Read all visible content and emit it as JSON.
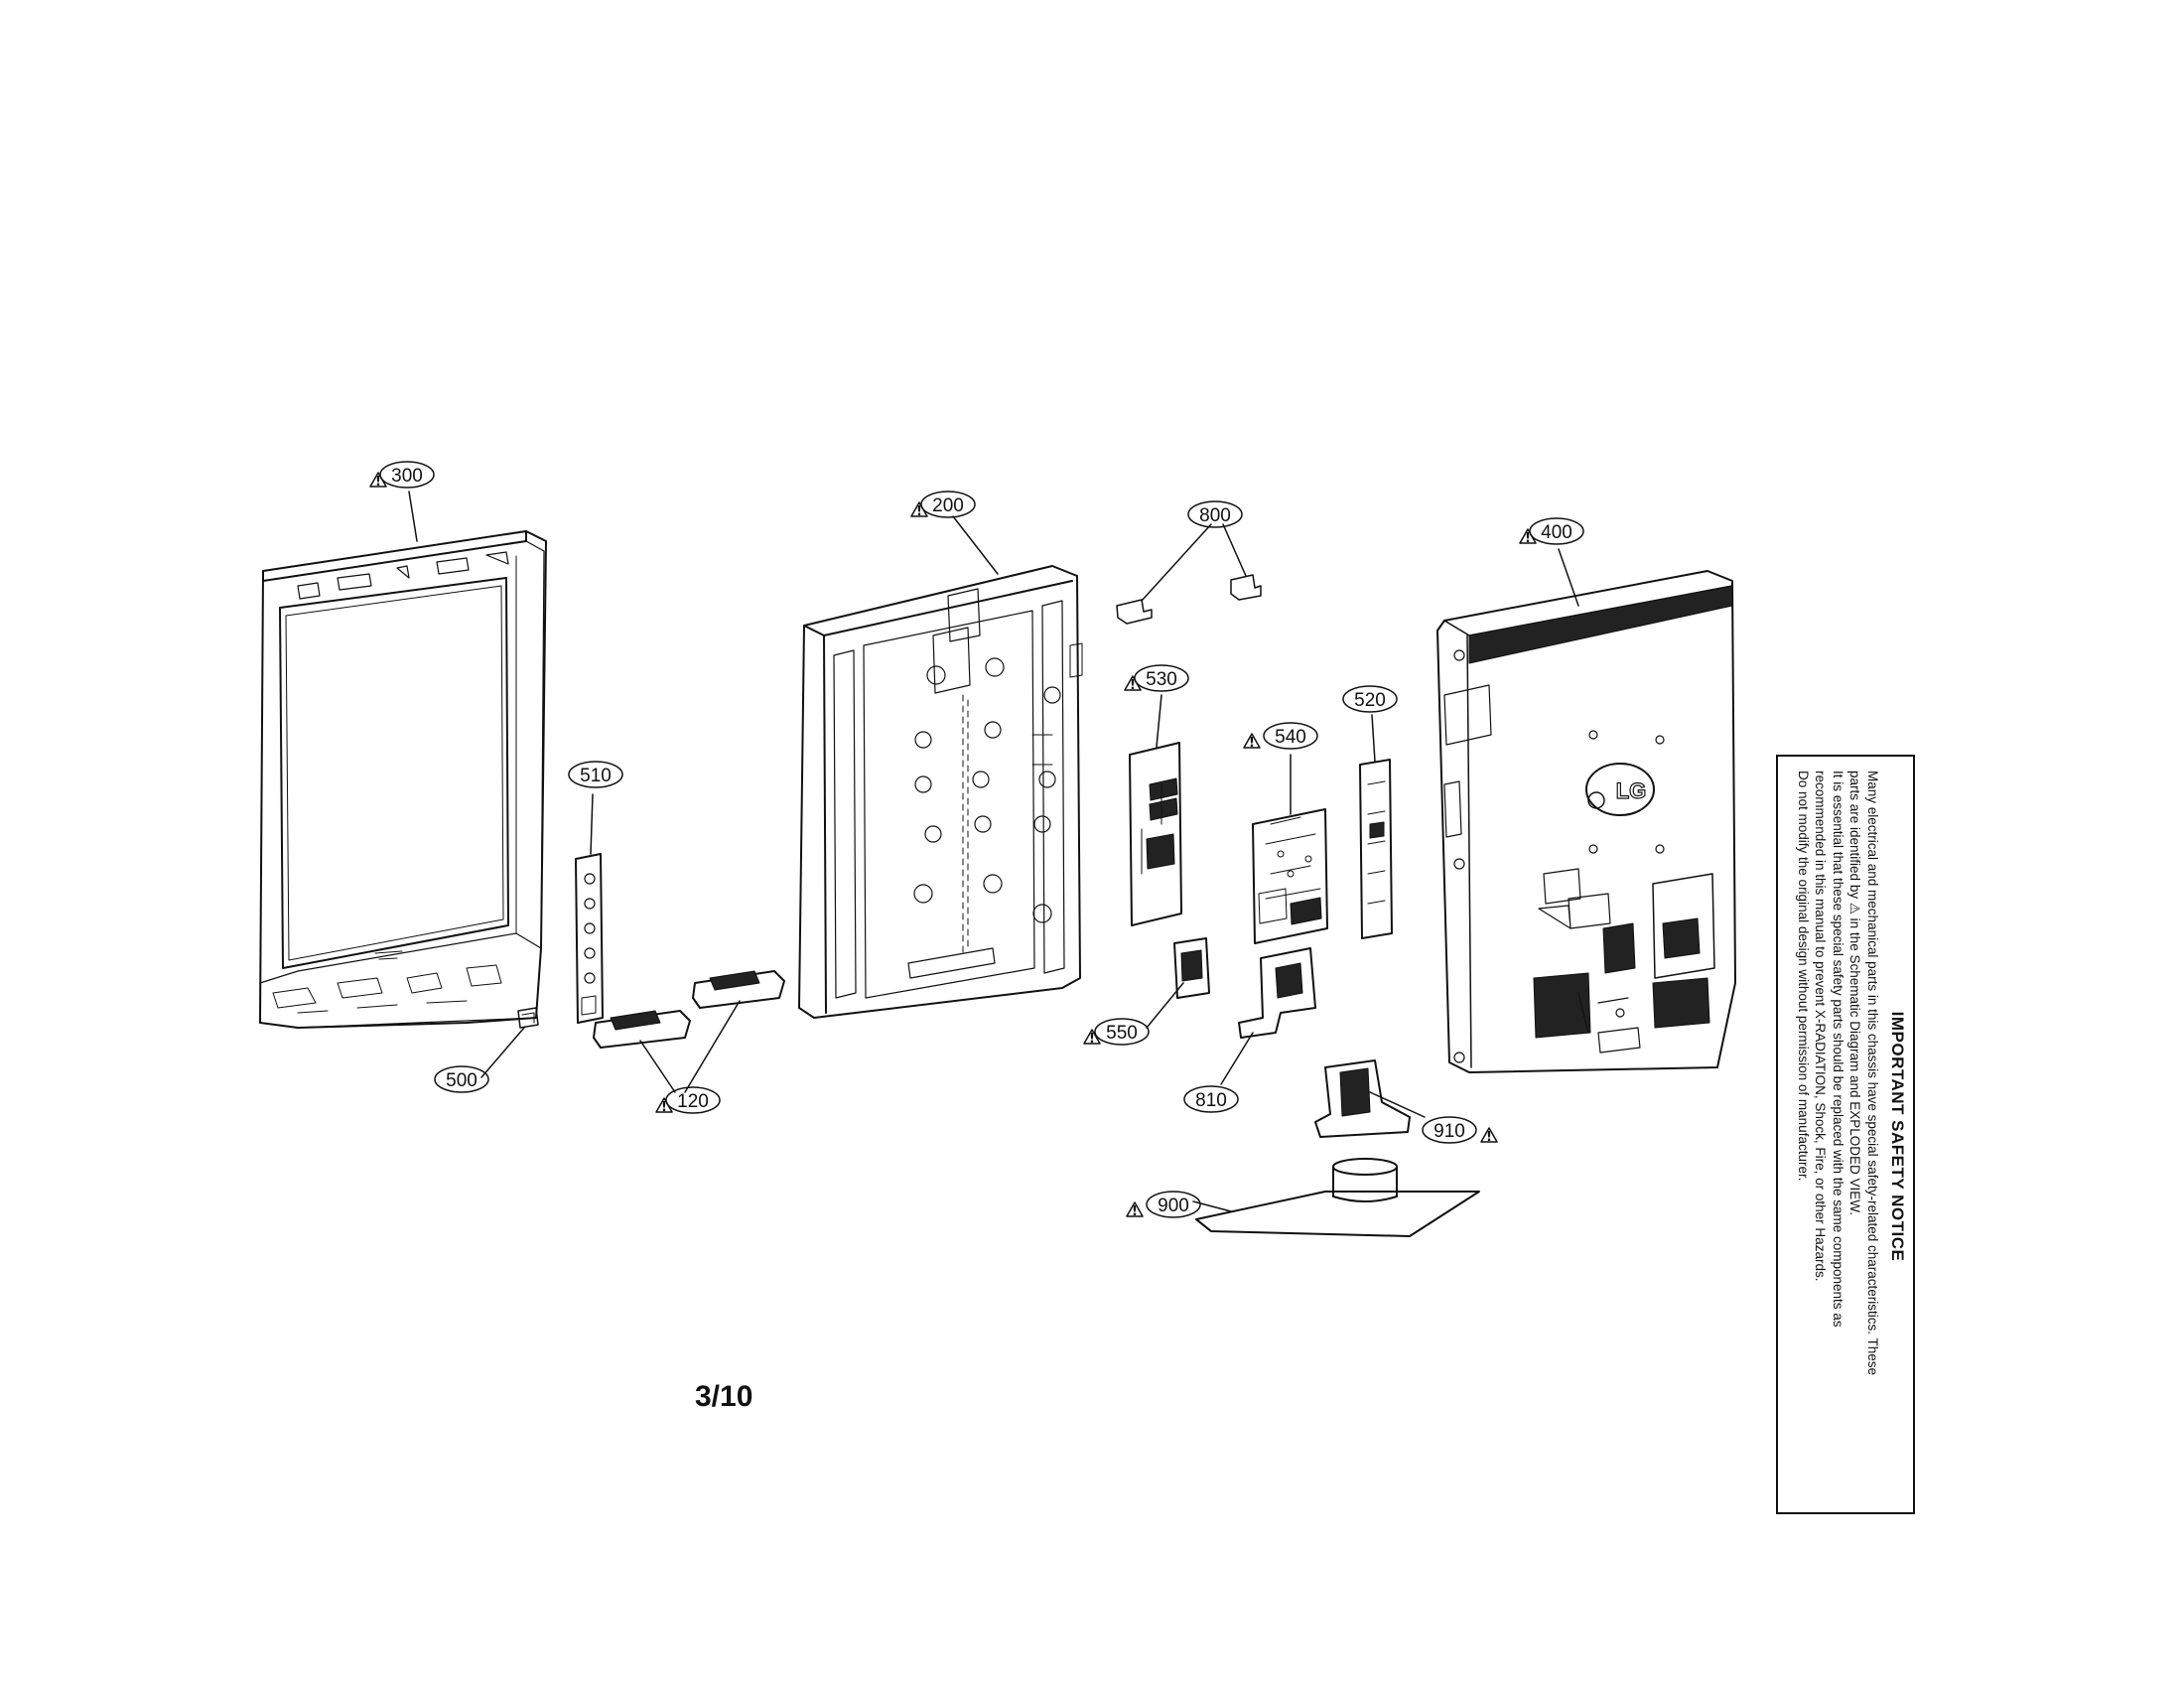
{
  "page": {
    "number": "3/10"
  },
  "safety_notice": {
    "title": "IMPORTANT SAFETY NOTICE",
    "lines": [
      "Many electrical and mechanical parts in this chassis have special safety-related characteristics. These",
      "parts are identified by ⚠ in the Schematic Diagram and EXPLODED VIEW.",
      "It is essential that these special safety parts should be replaced with the same components as",
      "recommended in this manual to prevent X-RADIATION, Shock, Fire, or other Hazards.",
      "Do not modify the original design without permission of manufacturer."
    ]
  },
  "parts": {
    "p300": {
      "number": "300",
      "safety": true
    },
    "p200": {
      "number": "200",
      "safety": true
    },
    "p800": {
      "number": "800",
      "safety": false
    },
    "p400": {
      "number": "400",
      "safety": true
    },
    "p530": {
      "number": "530",
      "safety": true
    },
    "p540": {
      "number": "540",
      "safety": true
    },
    "p520": {
      "number": "520",
      "safety": false
    },
    "p510": {
      "number": "510",
      "safety": false
    },
    "p500": {
      "number": "500",
      "safety": false
    },
    "p120": {
      "number": "120",
      "safety": true
    },
    "p550": {
      "number": "550",
      "safety": true
    },
    "p810": {
      "number": "810",
      "safety": false
    },
    "p910": {
      "number": "910",
      "safety": true
    },
    "p900": {
      "number": "900",
      "safety": true
    }
  },
  "brand_logo": "LG",
  "colors": {
    "line": "#111111",
    "vent": "#222222",
    "background": "#ffffff"
  }
}
